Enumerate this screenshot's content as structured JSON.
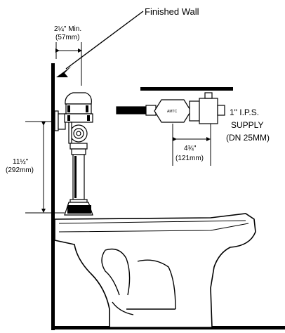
{
  "labels": {
    "finished_wall": "Finished Wall",
    "min_offset": "2¼\" Min.",
    "min_offset_mm": "(57mm)",
    "height": "11½\"",
    "height_mm": "(292mm)",
    "valve_width": "4¾\"",
    "valve_width_mm": "(121mm)",
    "supply_line1": "1\" I.P.S.",
    "supply_line2": "SUPPLY",
    "supply_line3": "(DN 25MM)",
    "valve_brand": "AMTC"
  }
}
